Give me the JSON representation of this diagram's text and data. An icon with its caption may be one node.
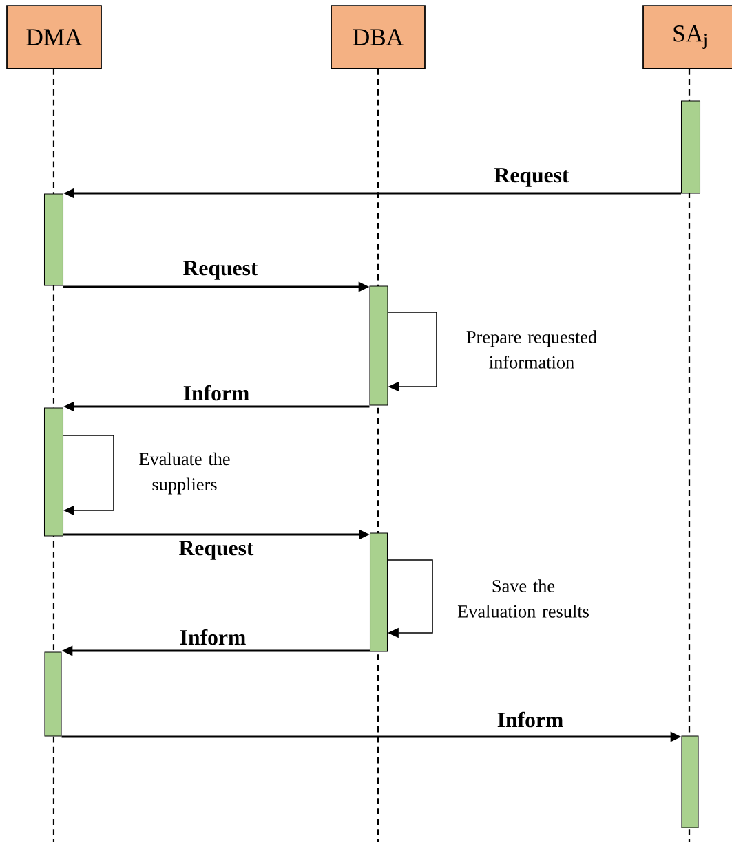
{
  "diagram": {
    "nodes": [
      {
        "text": [
          "DMA"
        ]
      },
      {
        "text": [
          "DBA"
        ]
      },
      {
        "text": [
          "SA$_{j}$"
        ]
      },
      {
        "text": [],
        "shape": "bar"
      },
      {
        "text": [],
        "shape": "bar"
      },
      {
        "text": [],
        "shape": "bar"
      },
      {
        "text": [],
        "shape": "bar"
      },
      {
        "text": [],
        "shape": "bar"
      },
      {
        "text": [],
        "shape": "bar"
      },
      {
        "text": [],
        "shape": "bar"
      }
    ],
    "edges": [
      {
        "from": 3,
        "to": 4,
        "arrow": "to",
        "label": "Request"
      },
      {
        "from": 4,
        "to": 5,
        "arrow": "to",
        "label": "Request"
      },
      {
        "from": 5,
        "to": 5,
        "arrow": "to",
        "label": "Prepare requested information"
      },
      {
        "from": 5,
        "to": 6,
        "arrow": "to",
        "label": "Inform"
      },
      {
        "from": 6,
        "to": 6,
        "arrow": "to",
        "label": "Evaluate the suppliers"
      },
      {
        "from": 6,
        "to": 7,
        "arrow": "to",
        "label": "Request"
      },
      {
        "from": 7,
        "to": 7,
        "arrow": "to",
        "label": "Save the Evaluation results"
      },
      {
        "from": 7,
        "to": 8,
        "arrow": "to",
        "label": "Inform"
      },
      {
        "from": 8,
        "to": 9,
        "arrow": "to",
        "label": "Inform"
      }
    ]
  }
}
